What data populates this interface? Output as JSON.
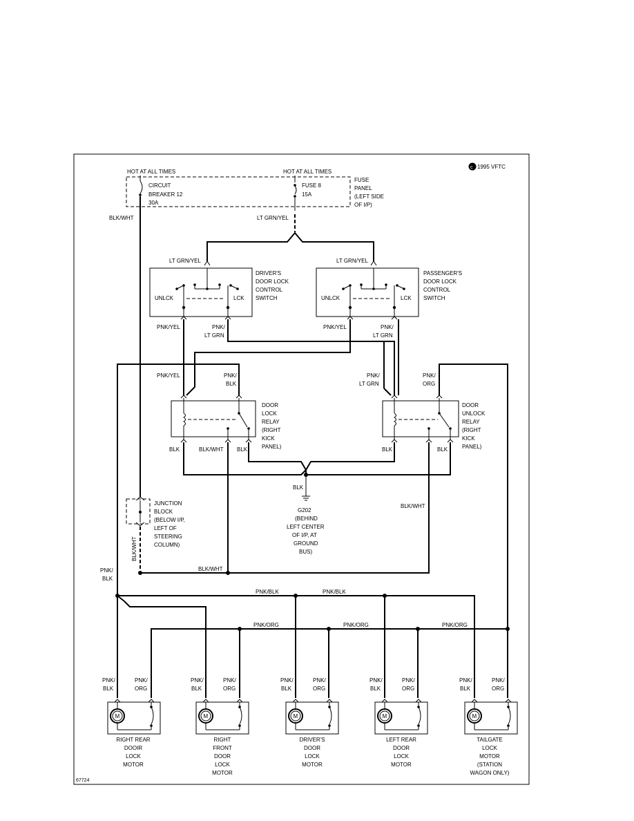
{
  "copyright": "1995 VFTC",
  "figure_id": "67724",
  "fuse_panel": {
    "hot_left": "HOT AT ALL TIMES",
    "hot_right": "HOT AT ALL TIMES",
    "cb_label": [
      "CIRCUIT",
      "BREAKER 12",
      "30A"
    ],
    "fuse_label": [
      "FUSE 8",
      "15A"
    ],
    "panel_label": [
      "FUSE",
      "PANEL",
      "(LEFT SIDE",
      "OF I/P)"
    ]
  },
  "wires": {
    "blk_wht": "BLK/WHT",
    "lt_grn_yel": "LT GRN/YEL",
    "pnk_yel": "PNK/YEL",
    "pnk_lt_grn": [
      "PNK/",
      "LT GRN"
    ],
    "pnk_blk": [
      "PNK/",
      "BLK"
    ],
    "pnk_org": [
      "PNK/",
      "ORG"
    ],
    "blk": "BLK",
    "pnk_blk_bus": "PNK/BLK",
    "pnk_org_bus": "PNK/ORG"
  },
  "switches": {
    "driver": {
      "label": [
        "DRIVER'S",
        "DOOR LOCK",
        "CONTROL",
        "SWITCH"
      ],
      "unlock": "UNLCK",
      "lock": "LCK"
    },
    "passenger": {
      "label": [
        "PASSENGER'S",
        "DOOR LOCK",
        "CONTROL",
        "SWITCH"
      ],
      "unlock": "UNLCK",
      "lock": "LCK"
    }
  },
  "relays": {
    "lock": [
      "DOOR",
      "LOCK",
      "RELAY",
      "(RIGHT",
      "KICK",
      "PANEL)"
    ],
    "unlock": [
      "DOOR",
      "UNLOCK",
      "RELAY",
      "(RIGHT",
      "KICK",
      "PANEL)"
    ]
  },
  "ground": [
    "G202",
    "(BEHIND",
    "LEFT CENTER",
    "OF I/P, AT",
    "GROUND",
    "BUS)"
  ],
  "junction": [
    "JUNCTION",
    "BLOCK",
    "(BELOW I/P,",
    "LEFT OF",
    "STEERING",
    "COLUMN)"
  ],
  "motors": [
    {
      "label": [
        "RIGHT REAR",
        "DOOIR",
        "LOCK",
        "MOTOR"
      ]
    },
    {
      "label": [
        "RIGHT",
        "FRONT",
        "DOOR",
        "LOCK",
        "MOTOR"
      ]
    },
    {
      "label": [
        "DRIVER'S",
        "DOOR",
        "LOCK",
        "MOTOR"
      ]
    },
    {
      "label": [
        "LEFT REAR",
        "DOOR",
        "LOCK",
        "MOTOR"
      ]
    },
    {
      "label": [
        "TAILGATE",
        "LOCK",
        "MOTOR",
        "(STATION",
        "WAGON ONLY)"
      ]
    }
  ],
  "motor_symbol": "M"
}
